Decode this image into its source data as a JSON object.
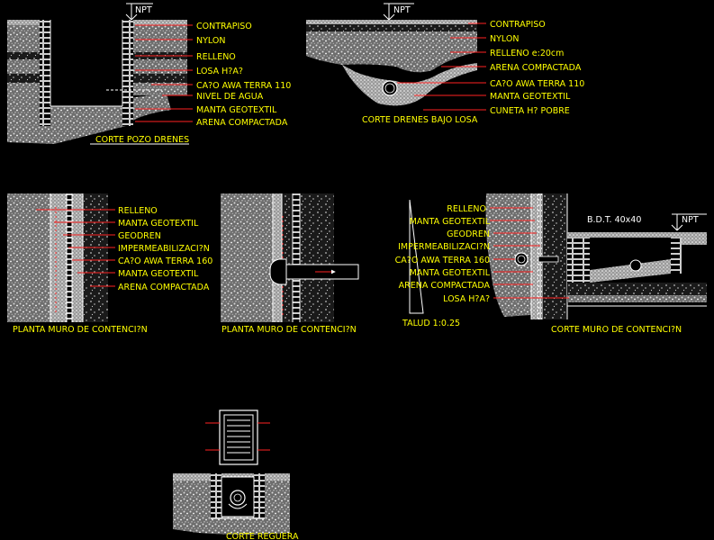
{
  "drawings": {
    "corte_pozo": {
      "title": "CORTE POZO DRENES",
      "npt": "NPT",
      "labels": [
        "CONTRAPISO",
        "NYLON",
        "RELLENO",
        "LOSA H?A?",
        "CA?O AWA TERRA 110",
        "NIVEL DE AGUA",
        "MANTA GEOTEXTIL",
        "ARENA COMPACTADA"
      ]
    },
    "corte_drenes": {
      "title": "CORTE DRENES BAJO LOSA",
      "npt": "NPT",
      "labels": [
        "CONTRAPISO",
        "NYLON",
        "RELLENO e:20cm",
        "ARENA COMPACTADA",
        "CA?O AWA TERRA 110",
        "MANTA GEOTEXTIL",
        "CUNETA H? POBRE"
      ]
    },
    "planta_muro_1": {
      "title": "PLANTA MURO DE CONTENCI?N",
      "labels": [
        "RELLENO",
        "MANTA GEOTEXTIL",
        "GEODREN",
        "IMPERMEABILIZACI?N",
        "CA?O AWA TERRA 160",
        "MANTA GEOTEXTIL",
        "ARENA COMPACTADA"
      ]
    },
    "planta_muro_2": {
      "title": "PLANTA MURO DE CONTENCI?N"
    },
    "corte_muro": {
      "title": "CORTE MURO DE CONTENCI?N",
      "labels": [
        "RELLENO",
        "MANTA GEOTEXTIL",
        "GEODREN",
        "IMPERMEABILIZACI?N",
        "CA?O AWA TERRA 160",
        "MANTA GEOTEXTIL",
        "ARENA COMPACTADA",
        "LOSA H?A?"
      ],
      "bdt": "B.D.T. 40x40",
      "npt": "NPT",
      "talud": "TALUD 1:0.25"
    },
    "corte_reguera": {
      "title": "CORTE REGUERA"
    }
  },
  "colors": {
    "background": "#000000",
    "labels": "#ffff00",
    "leaders": "#ff2222",
    "linework": "#ffffff",
    "earth": "#bdbdbd"
  }
}
